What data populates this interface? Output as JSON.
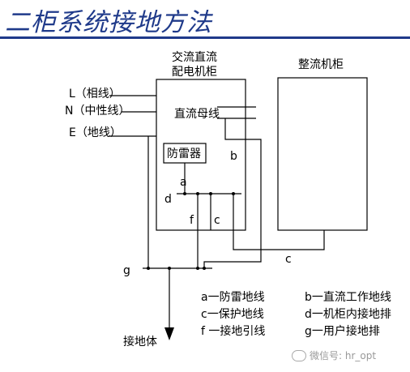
{
  "title": "二柜系统接地方法",
  "cabinets": {
    "ac_dc": {
      "line1": "交流直流",
      "line2": "配电机柜"
    },
    "rectifier": {
      "label": "整流机柜"
    }
  },
  "inputs": {
    "l": "L（相线）",
    "n": "N（中性线）",
    "e": "E（地线）"
  },
  "components": {
    "dc_bus": "直流母线",
    "arrester": "防雷器",
    "ground_body": "接地体"
  },
  "wire_labels": {
    "a": "a",
    "b": "b",
    "c_inner": "c",
    "c_outer": "c",
    "d": "d",
    "f": "f",
    "g": "g"
  },
  "legend": {
    "a": "a一防雷地线",
    "b": "b一直流工作地线",
    "c": "c一保护地线",
    "d": "d一机柜内接地排",
    "f": "f 一接地引线",
    "g": "g一用户接地排"
  },
  "watermark": "微信号: hr_opt"
}
